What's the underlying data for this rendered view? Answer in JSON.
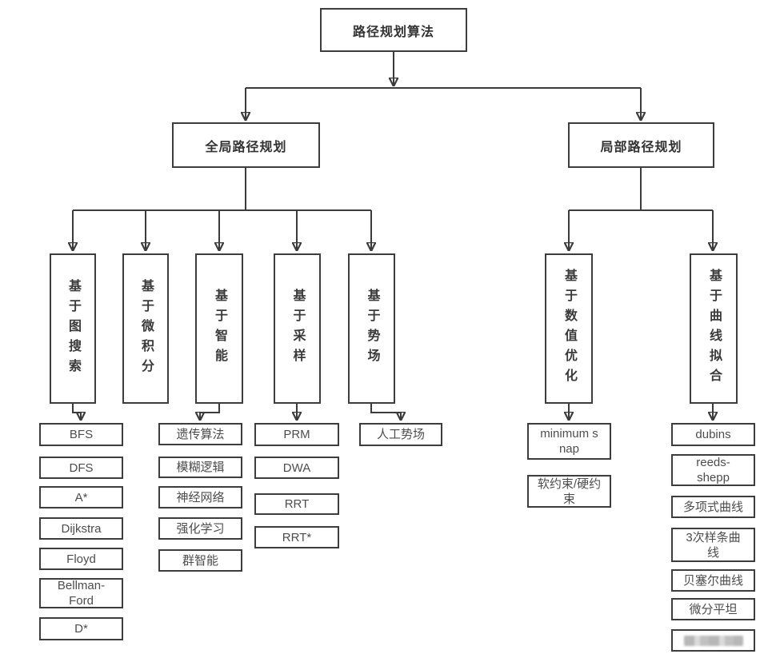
{
  "root": {
    "label": "路径规划算法"
  },
  "branches": {
    "global": {
      "label": "全局路径规划",
      "children": [
        "graph_search",
        "calculus",
        "intelligent",
        "sampling",
        "potential_field"
      ]
    },
    "local": {
      "label": "局部路径规划",
      "children": [
        "numerical_optimization",
        "curve_fitting"
      ]
    }
  },
  "categories": {
    "graph_search": {
      "label": "基于图搜索"
    },
    "calculus": {
      "label": "基于微积分"
    },
    "intelligent": {
      "label": "基于智能"
    },
    "sampling": {
      "label": "基于采样"
    },
    "potential_field": {
      "label": "基于势场"
    },
    "numerical_optimization": {
      "label": "基于数值优化"
    },
    "curve_fitting": {
      "label": "基于曲线拟合"
    }
  },
  "leaves": {
    "graph_search": [
      "BFS",
      "DFS",
      "A*",
      "Dijkstra",
      "Floyd",
      "Bellman-\nFord",
      "D*"
    ],
    "intelligent": [
      "遗传算法",
      "模糊逻辑",
      "神经网络",
      "强化学习",
      "群智能"
    ],
    "sampling": [
      "PRM",
      "DWA",
      "RRT",
      "RRT*"
    ],
    "potential_field": [
      "人工势场"
    ],
    "numerical_optimization": [
      "minimum s\nnap",
      "软约束/硬约\n束"
    ],
    "curve_fitting": [
      "dubins",
      "reeds-\nshepp",
      "多项式曲线",
      "3次样条曲\n线",
      "贝塞尔曲线",
      "微分平坦"
    ]
  },
  "colors": {
    "line": "#3b3b3d",
    "box_border": "#3d3d3f",
    "heading_text": "#333333",
    "leaf_text": "#4d4d4d",
    "background": "#ffffff"
  }
}
